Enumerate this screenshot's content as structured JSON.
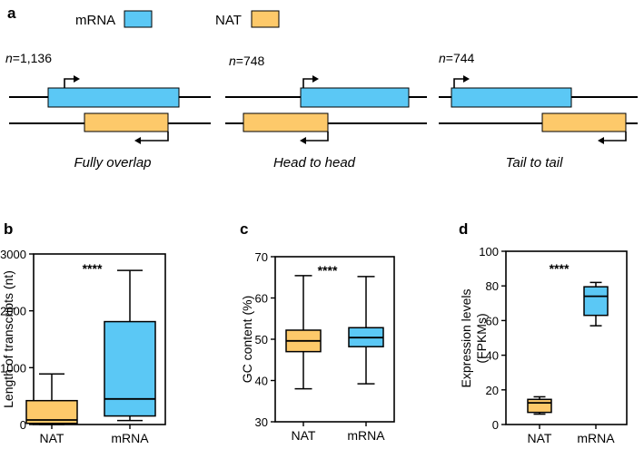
{
  "panel_a": {
    "label": "a",
    "legend": [
      {
        "text": "mRNA",
        "color": "#5bc8f5"
      },
      {
        "text": "NAT",
        "color": "#fdc96a"
      }
    ],
    "diagrams": [
      {
        "n_prefix": "n",
        "n_value": "=1,136",
        "caption": "Fully overlap"
      },
      {
        "n_prefix": "n",
        "n_value": "=748",
        "caption": "Head to head"
      },
      {
        "n_prefix": "n",
        "n_value": "=744",
        "caption": "Tail to tail"
      }
    ]
  },
  "colors": {
    "mrna": "#5bc8f5",
    "nat": "#fdc96a",
    "stroke": "#000000"
  },
  "chart_data": [
    {
      "panel": "b",
      "type": "box",
      "categories": [
        "NAT",
        "mRNA"
      ],
      "ylabel": "Length of transcripts (nt)",
      "ylim": [
        0,
        3000
      ],
      "yticks": [
        "0",
        "1000",
        "2000",
        "3000"
      ],
      "significance": "****",
      "boxes": [
        {
          "name": "NAT",
          "color": "#fdc96a",
          "min": 0,
          "q1": 20,
          "median": 80,
          "q3": 420,
          "max": 890
        },
        {
          "name": "mRNA",
          "color": "#5bc8f5",
          "min": 70,
          "q1": 150,
          "median": 450,
          "q3": 1810,
          "max": 2710
        }
      ]
    },
    {
      "panel": "c",
      "type": "box",
      "categories": [
        "NAT",
        "mRNA"
      ],
      "ylabel": "GC content (%)",
      "ylim": [
        30,
        70
      ],
      "yticks": [
        "30",
        "40",
        "50",
        "60",
        "70"
      ],
      "significance": "****",
      "boxes": [
        {
          "name": "NAT",
          "color": "#fdc96a",
          "min": 38,
          "q1": 47,
          "median": 49.6,
          "q3": 52.2,
          "max": 65.4
        },
        {
          "name": "mRNA",
          "color": "#5bc8f5",
          "min": 39.2,
          "q1": 48.2,
          "median": 50.4,
          "q3": 52.8,
          "max": 65.2
        }
      ]
    },
    {
      "panel": "d",
      "type": "box",
      "categories": [
        "NAT",
        "mRNA"
      ],
      "ylabel_line1": "Expression levels",
      "ylabel_line2": "(FPKMs)",
      "ylim": [
        0,
        100
      ],
      "yticks": [
        "0",
        "20",
        "40",
        "60",
        "80",
        "100"
      ],
      "significance": "****",
      "boxes": [
        {
          "name": "NAT",
          "color": "#fdc96a",
          "min": 6,
          "q1": 7,
          "median": 12.5,
          "q3": 14.5,
          "max": 16
        },
        {
          "name": "mRNA",
          "color": "#5bc8f5",
          "min": 57,
          "q1": 63,
          "median": 74,
          "q3": 79.5,
          "max": 82
        }
      ]
    }
  ]
}
